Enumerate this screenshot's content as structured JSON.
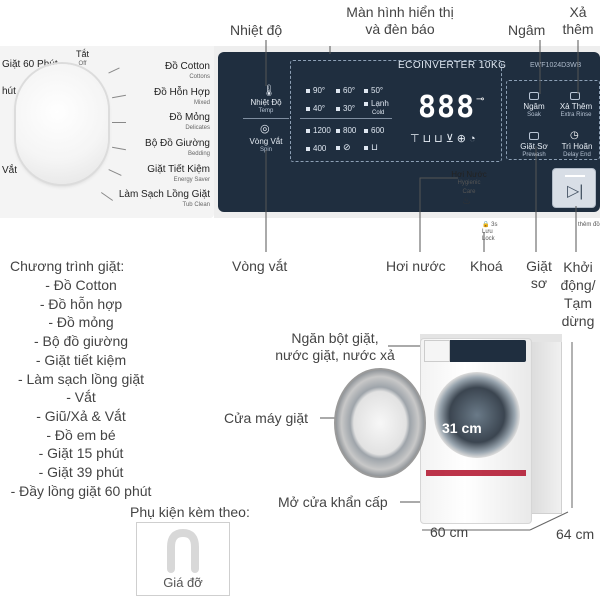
{
  "callouts": {
    "nhiet_do": "Nhiệt độ",
    "man_hinh_1": "Màn hình hiển thị",
    "man_hinh_2": "và đèn báo",
    "ngam": "Ngâm",
    "xa_them_1": "Xả",
    "xa_them_2": "thêm",
    "vong_vat": "Vòng vắt",
    "hoi_nuoc": "Hơi nước",
    "khoa": "Khoá",
    "giat_so_1": "Giặt",
    "giat_so_2": "sơ",
    "khoi_dong_1": "Khởi",
    "khoi_dong_2": "động/",
    "khoi_dong_3": "Tạm",
    "khoi_dong_4": "dừng",
    "ngan_bot_1": "Ngăn bột giặt,",
    "ngan_bot_2": "nước giặt, nước xả",
    "cua_may_giat": "Cửa máy giặt",
    "mo_cua": "Mở cửa khẩn cấp"
  },
  "programs": {
    "title": "Chương trình giặt:",
    "items": [
      "- Đồ Cotton",
      "- Đồ hỗn hợp",
      "- Đồ mỏng",
      "- Bộ đồ giường",
      "- Giặt tiết kiệm",
      "- Làm sạch lồng giặt",
      "- Vắt",
      "- Giũ/Xả & Vắt",
      "- Đồ em bé",
      "- Giặt 15 phút",
      "- Giặt 39 phút",
      "- Đầy lồng giặt 60 phút"
    ]
  },
  "panel": {
    "left_labels": [
      "Giặt 60 Phút",
      "hút",
      "",
      "Vắt"
    ],
    "off": "Tắt",
    "off_sub": "Off",
    "right_labels": [
      {
        "main": "Đồ Cotton",
        "sub": "Cottons"
      },
      {
        "main": "Đồ Hỗn Hợp",
        "sub": "Mixed"
      },
      {
        "main": "Đồ Mỏng",
        "sub": "Delicates"
      },
      {
        "main": "Bộ Đồ Giường",
        "sub": "Bedding"
      },
      {
        "main": "Giặt Tiết Kiệm",
        "sub": "Energy Saver"
      },
      {
        "main": "Làm Sạch Lồng Giặt",
        "sub": "Tub Clean"
      }
    ],
    "temp_label": "Nhiệt Độ",
    "temp_sub": "Temp",
    "spin_label": "Vòng Vắt",
    "spin_sub": "Spin",
    "brand": "ECOINVERTER 10KG",
    "model": "EWF1024D3WB",
    "temps": [
      "90°",
      "60°",
      "50°",
      "40°",
      "30°",
      "Lạnh"
    ],
    "temps_cold_sub": "Cold",
    "spins": [
      "1200",
      "800",
      "600",
      "400"
    ],
    "digits": "888",
    "steam": "Hơi Nước",
    "steam_sub_1": "Hygienic",
    "steam_sub_2": "Care",
    "lock_sub_1": "Lưu",
    "lock_sub_2": "Lock",
    "lock_time": "3s",
    "soak": "Ngâm",
    "soak_sub": "Soak",
    "extra_rinse": "Xả Thêm",
    "extra_rinse_sub": "Extra Rinse",
    "prewash": "Giặt Sơ",
    "prewash_sub": "Prewash",
    "delay": "Trì Hoãn",
    "delay_sub": "Delay End",
    "start_sub": "thêm đồ"
  },
  "dimensions": {
    "door": "31 cm",
    "width": "60 cm",
    "depth": "64 cm"
  },
  "accessory": {
    "title": "Phụ kiện kèm theo:",
    "name": "Giá đỡ"
  }
}
